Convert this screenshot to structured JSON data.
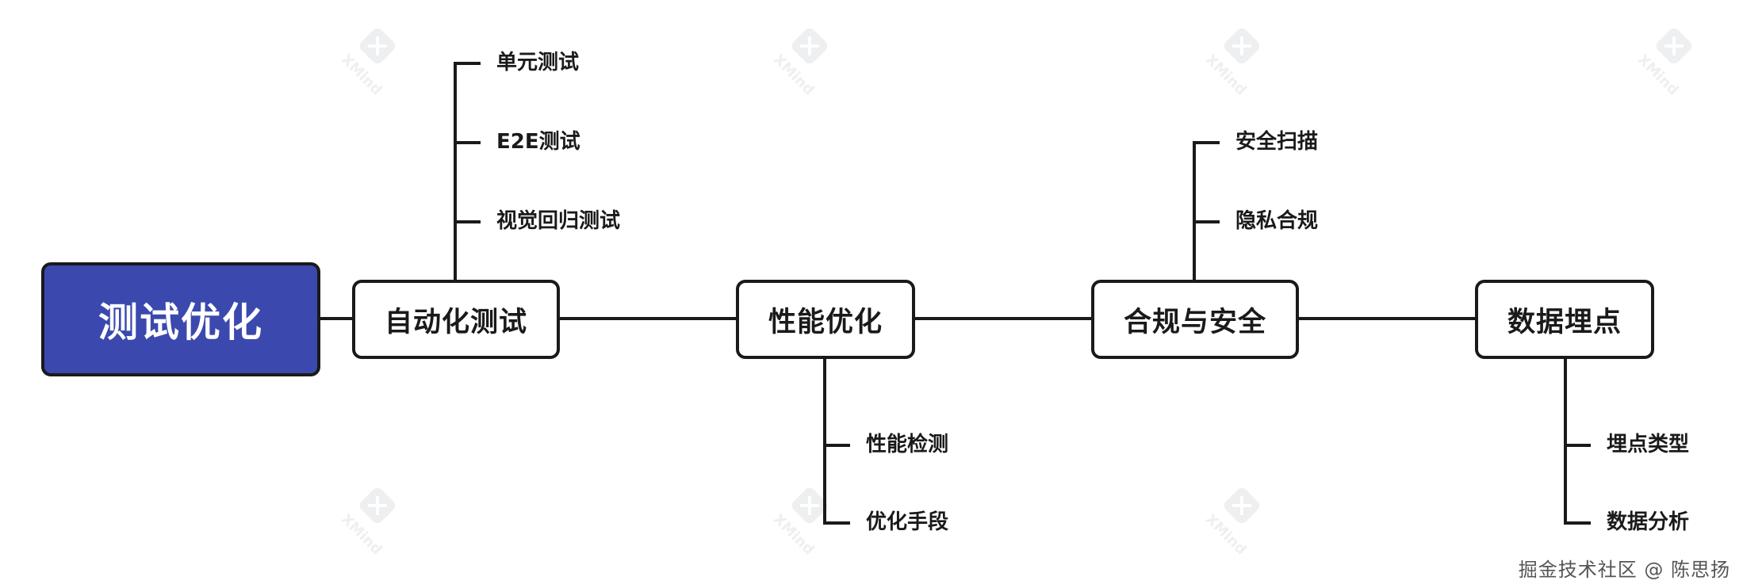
{
  "root": {
    "label": "测试优化"
  },
  "branches": [
    {
      "label": "自动化测试",
      "children": [
        "单元测试",
        "E2E测试",
        "视觉回归测试"
      ]
    },
    {
      "label": "性能优化",
      "children": [
        "性能检测",
        "优化手段"
      ]
    },
    {
      "label": "合规与安全",
      "children": [
        "安全扫描",
        "隐私合规"
      ]
    },
    {
      "label": "数据埋点",
      "children": [
        "埋点类型",
        "数据分析"
      ]
    }
  ],
  "watermark": {
    "text": "XMind",
    "icon": "xmind-logo-icon"
  },
  "credit": "掘金技术社区 @ 陈思扬",
  "colors": {
    "root_fill": "#3b49ae",
    "line": "#1a1a1a",
    "node_fill": "#ffffff"
  }
}
